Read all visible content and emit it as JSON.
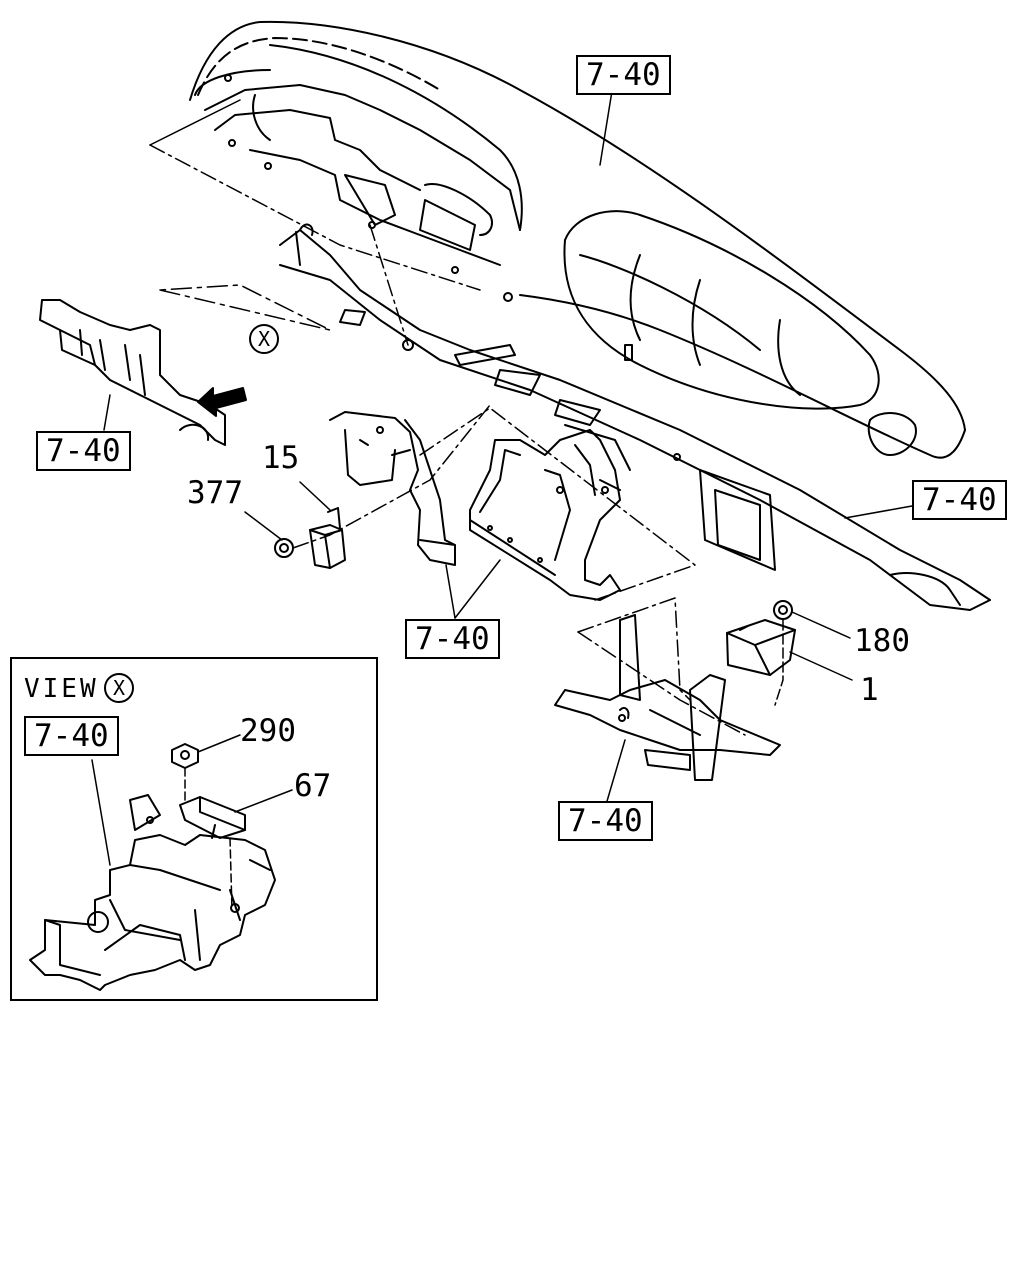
{
  "callouts": {
    "ref_top_right": "7-40",
    "ref_left": "7-40",
    "ref_right": "7-40",
    "ref_center": "7-40",
    "ref_bottom_right": "7-40",
    "ref_view": "7-40"
  },
  "parts": {
    "p15": "15",
    "p377": "377",
    "p180": "180",
    "p1": "1",
    "p290": "290",
    "p67": "67"
  },
  "view": {
    "title": "VIEW",
    "marker": "X"
  },
  "marker_x": "X"
}
